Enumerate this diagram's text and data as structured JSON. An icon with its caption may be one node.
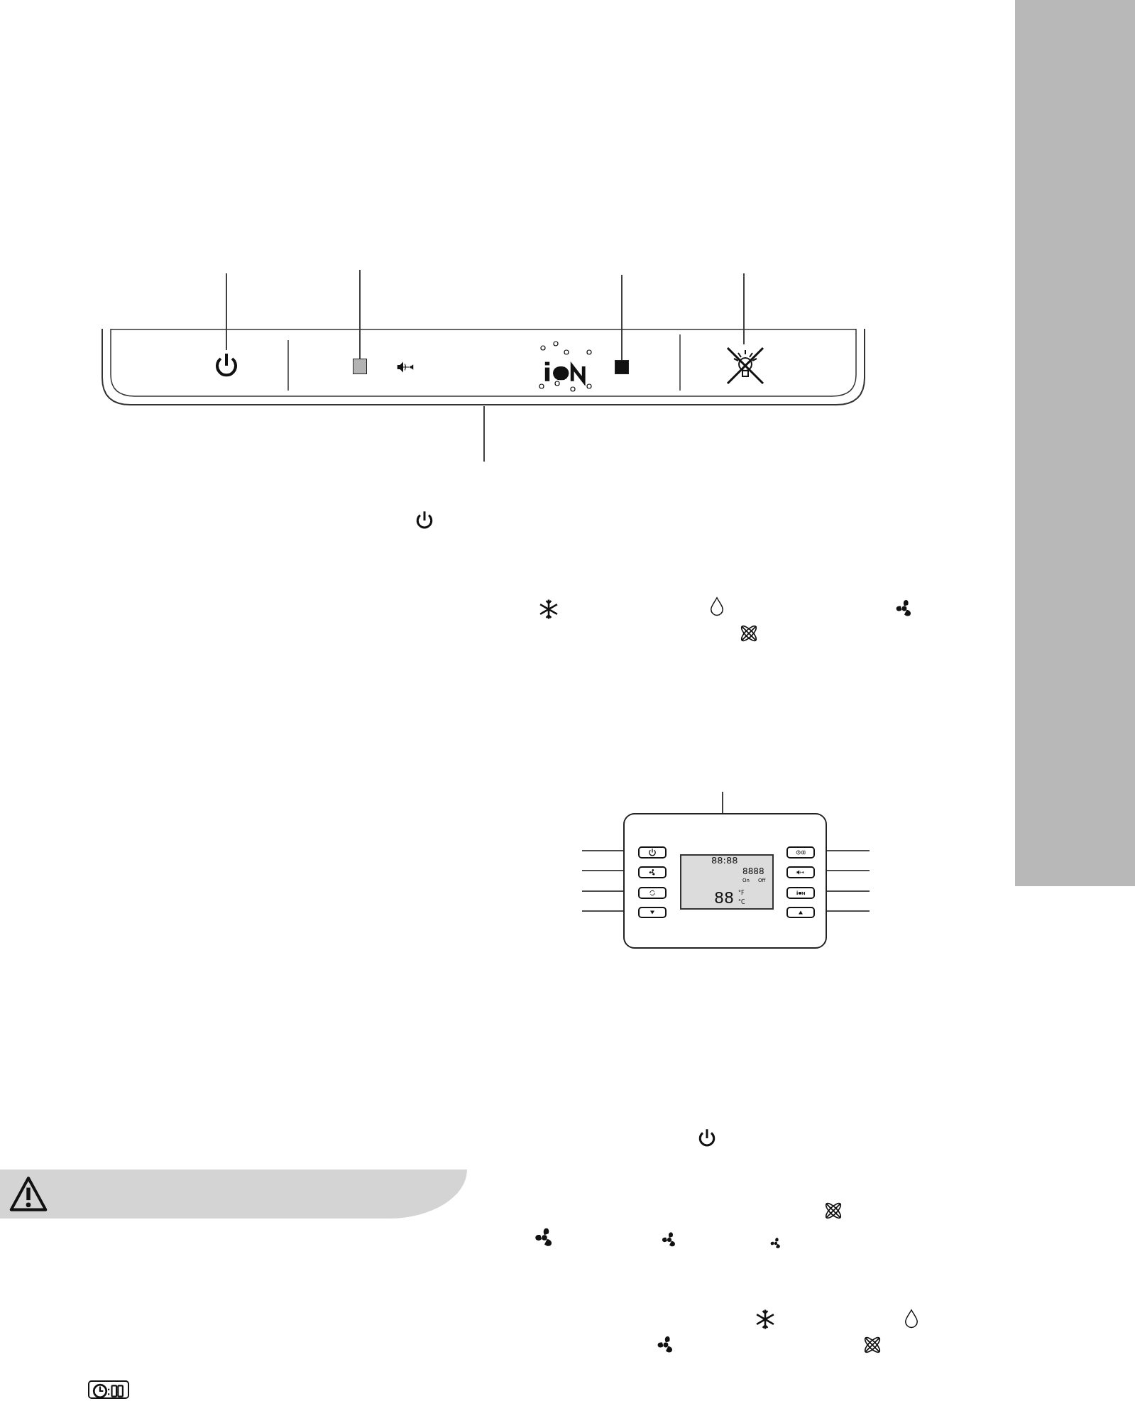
{
  "diagram": {
    "nodes": [
      {
        "text": [],
        "shape": "bar"
      },
      {
        "text": [],
        "shape": "icon",
        "in": 0
      },
      {
        "text": [],
        "shape": "square",
        "in": 0
      },
      {
        "text": [],
        "shape": "square",
        "in": 0
      },
      {
        "text": [],
        "shape": "icon",
        "in": 0
      },
      {
        "text": [],
        "shape": "box"
      },
      {
        "text": [],
        "shape": "screen",
        "in": 5
      },
      {
        "text": [],
        "shape": "button",
        "in": 5
      },
      {
        "text": [],
        "shape": "button",
        "in": 5
      },
      {
        "text": [],
        "shape": "button",
        "in": 5
      },
      {
        "text": [],
        "shape": "button",
        "in": 5
      },
      {
        "text": [],
        "shape": "button",
        "in": 5
      },
      {
        "text": [],
        "shape": "button",
        "in": 5
      },
      {
        "text": [],
        "shape": "button",
        "in": 5
      },
      {
        "text": [],
        "shape": "button",
        "in": 5
      },
      {
        "text": [],
        "shape": "band"
      }
    ],
    "edges": [
      {
        "from": null,
        "to": 1,
        "arrow": "none"
      },
      {
        "from": null,
        "to": 2,
        "arrow": "none"
      },
      {
        "from": null,
        "to": 3,
        "arrow": "none"
      },
      {
        "from": null,
        "to": 4,
        "arrow": "none"
      },
      {
        "from": null,
        "to": 0,
        "arrow": "none"
      },
      {
        "from": null,
        "to": 6,
        "arrow": "none"
      },
      {
        "from": null,
        "to": 7,
        "arrow": "none"
      },
      {
        "from": null,
        "to": 8,
        "arrow": "none"
      },
      {
        "from": null,
        "to": 9,
        "arrow": "none"
      },
      {
        "from": null,
        "to": 10,
        "arrow": "none"
      },
      {
        "from": null,
        "to": 11,
        "arrow": "none"
      },
      {
        "from": null,
        "to": 12,
        "arrow": "none"
      },
      {
        "from": null,
        "to": 13,
        "arrow": "none"
      },
      {
        "from": null,
        "to": 14,
        "arrow": "none"
      }
    ],
    "labels": [
      "88:88",
      "8888",
      "On",
      "Off",
      "88",
      "°F",
      "°C"
    ]
  }
}
